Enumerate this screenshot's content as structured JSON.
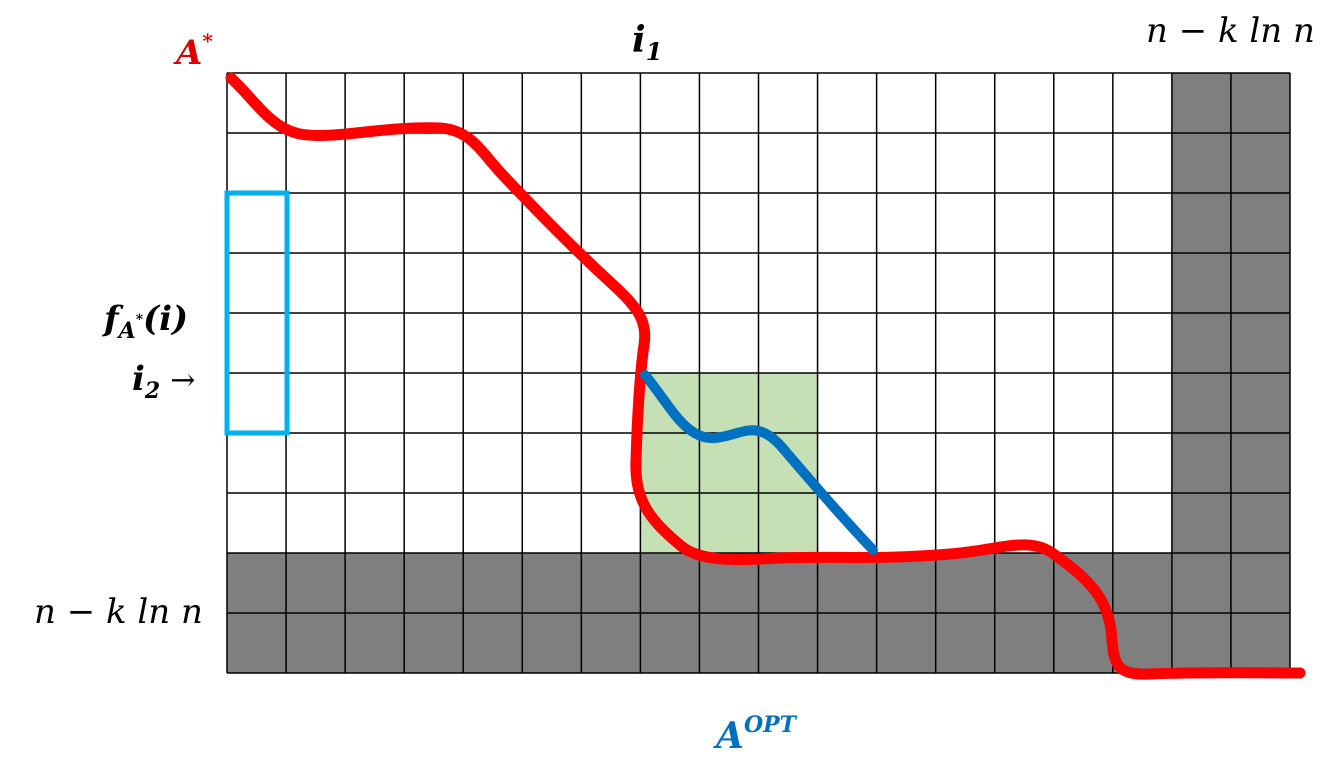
{
  "labels": {
    "a_star": "A",
    "a_star_sup": "*",
    "i1": "i",
    "i1_sub": "1",
    "top_right": "n − k ln n",
    "f_main": "f",
    "f_sub": "A",
    "f_sub_sup": "*",
    "f_arg": "(i)",
    "i2": "i",
    "i2_sub": "2",
    "i2_arrow": "→",
    "bottom_left": "n − k ln n",
    "a_opt": "A",
    "a_opt_sup": "OPT"
  },
  "grid": {
    "columns": 18,
    "rows": 10,
    "shaded_columns": [
      16,
      17
    ],
    "shaded_rows": [
      8,
      9
    ],
    "green_block": {
      "col_start": 7,
      "col_end": 10,
      "row_start": 5,
      "row_end": 8
    },
    "highlight_column": {
      "col": 0,
      "row_start": 2,
      "row_end": 5
    }
  },
  "colors": {
    "grid_line": "#000000",
    "shade": "#7f7f7f",
    "green": "#c5e0b4",
    "red_path": "#ff0000",
    "blue_path": "#0070c0",
    "cyan_box": "#00b0f0",
    "a_star_label": "#e00000",
    "a_opt_label": "#0070c0",
    "text": "#000000"
  }
}
